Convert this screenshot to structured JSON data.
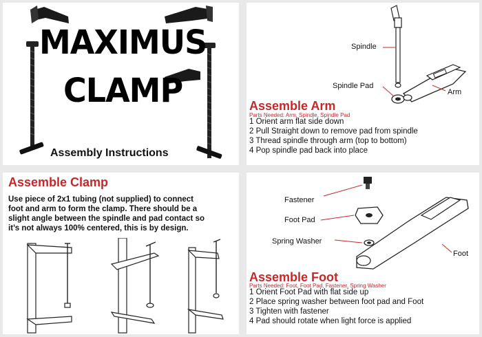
{
  "title_panel": {
    "title_line1": "MAXIMUS",
    "title_line2": "CLAMP",
    "subtitle": "Assembly Instructions"
  },
  "arm_panel": {
    "heading": "Assemble Arm",
    "parts_needed": "Parts Needed: Arm, Spindle, Spindle Pad",
    "steps": [
      "1 Orient arm flat side down",
      "2 Pull Straight down to remove pad from spindle",
      "3 Thread spindle through arm (top to bottom)",
      "4 Pop spindle pad back into place"
    ],
    "labels": {
      "spindle": "Spindle",
      "spindle_pad": "Spindle Pad",
      "arm": "Arm"
    }
  },
  "clamp_panel": {
    "heading": "Assemble Clamp",
    "body_lines": [
      "Use piece of 2x1 tubing (not supplied) to connect",
      "foot and arm to form the clamp. There should be a",
      "slight angle between the spindle and pad contact so",
      "it’s not always 100% centered, this is by design."
    ]
  },
  "foot_panel": {
    "heading": "Assemble Foot",
    "parts_needed": "Parts Needed: Foot, Foot Pad, Fastener, Spring Washer",
    "steps": [
      "1 Orient Foot Pad with flat side up",
      "2 Place spring washer between foot pad and Foot",
      "3 Tighten with fastener",
      "4 Pad should rotate when light force is applied"
    ],
    "labels": {
      "fastener": "Fastener",
      "foot_pad": "Foot Pad",
      "spring_washer": "Spring Washer",
      "foot": "Foot"
    }
  },
  "colors": {
    "accent_red": "#c62828",
    "ink": "#111111",
    "background": "#e9e9e9"
  }
}
